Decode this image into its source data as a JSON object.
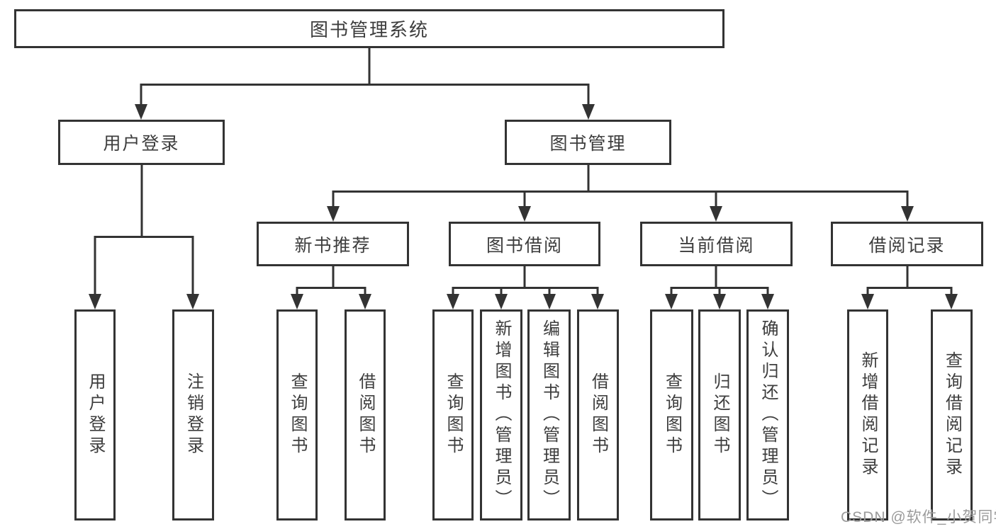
{
  "colors": {
    "line": "#333333",
    "ink": "#3d3d3d",
    "watermark": "#9b9b9b",
    "bg": "#ffffff"
  },
  "tree": {
    "root": {
      "label": "图书管理系统"
    },
    "level2": [
      {
        "label": "用户登录",
        "children": [
          {
            "label": "用户登录"
          },
          {
            "label": "注销登录"
          }
        ]
      },
      {
        "label": "图书管理",
        "children": [
          {
            "label": "新书推荐",
            "children": [
              {
                "label": "查询图书"
              },
              {
                "label": "借阅图书"
              }
            ]
          },
          {
            "label": "图书借阅",
            "children": [
              {
                "label": "查询图书"
              },
              {
                "label": "新增图书（管理员）"
              },
              {
                "label": "编辑图书（管理员）"
              },
              {
                "label": "借阅图书"
              }
            ]
          },
          {
            "label": "当前借阅",
            "children": [
              {
                "label": "查询图书"
              },
              {
                "label": "归还图书"
              },
              {
                "label": "确认归还（管理员）"
              }
            ]
          },
          {
            "label": "借阅记录",
            "children": [
              {
                "label": "新增借阅记录"
              },
              {
                "label": "查询借阅记录"
              }
            ]
          }
        ]
      }
    ]
  },
  "watermark": {
    "text": "CSDN @软件_小贺同学"
  }
}
